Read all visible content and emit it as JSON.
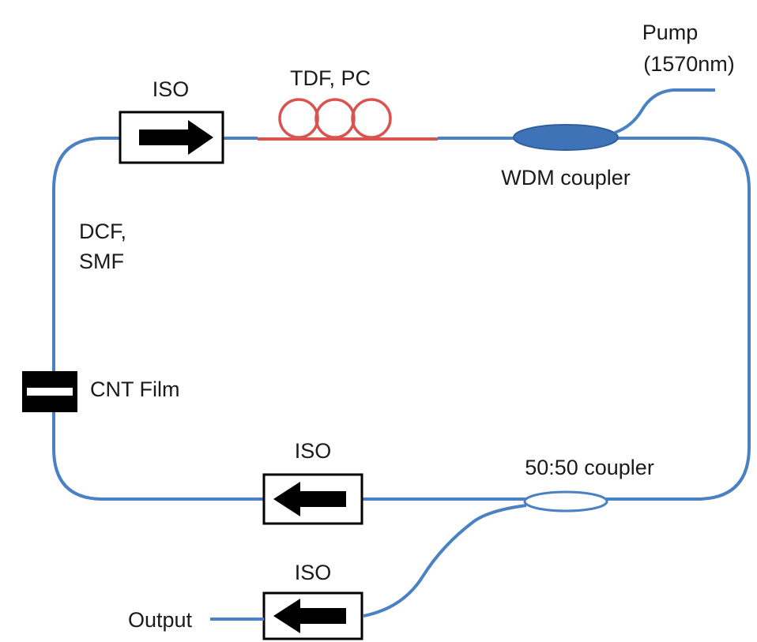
{
  "labels": {
    "iso_top": "ISO",
    "tdf_pc": "TDF, PC",
    "pump_line1": "Pump",
    "pump_line2": "(1570nm)",
    "wdm": "WDM coupler",
    "dcf_line1": "DCF,",
    "dcf_line2": "SMF",
    "cnt": "CNT Film",
    "iso_mid": "ISO",
    "coupler_5050": "50:50 coupler",
    "iso_bottom": "ISO",
    "output": "Output"
  },
  "colors": {
    "fiber": "#4a80c4",
    "tdf_fiber": "#d9534f",
    "tdf_coils": "#d9534f",
    "wdm_fill": "#3f73b8",
    "isolator_border": "#000000",
    "arrow": "#000000"
  }
}
